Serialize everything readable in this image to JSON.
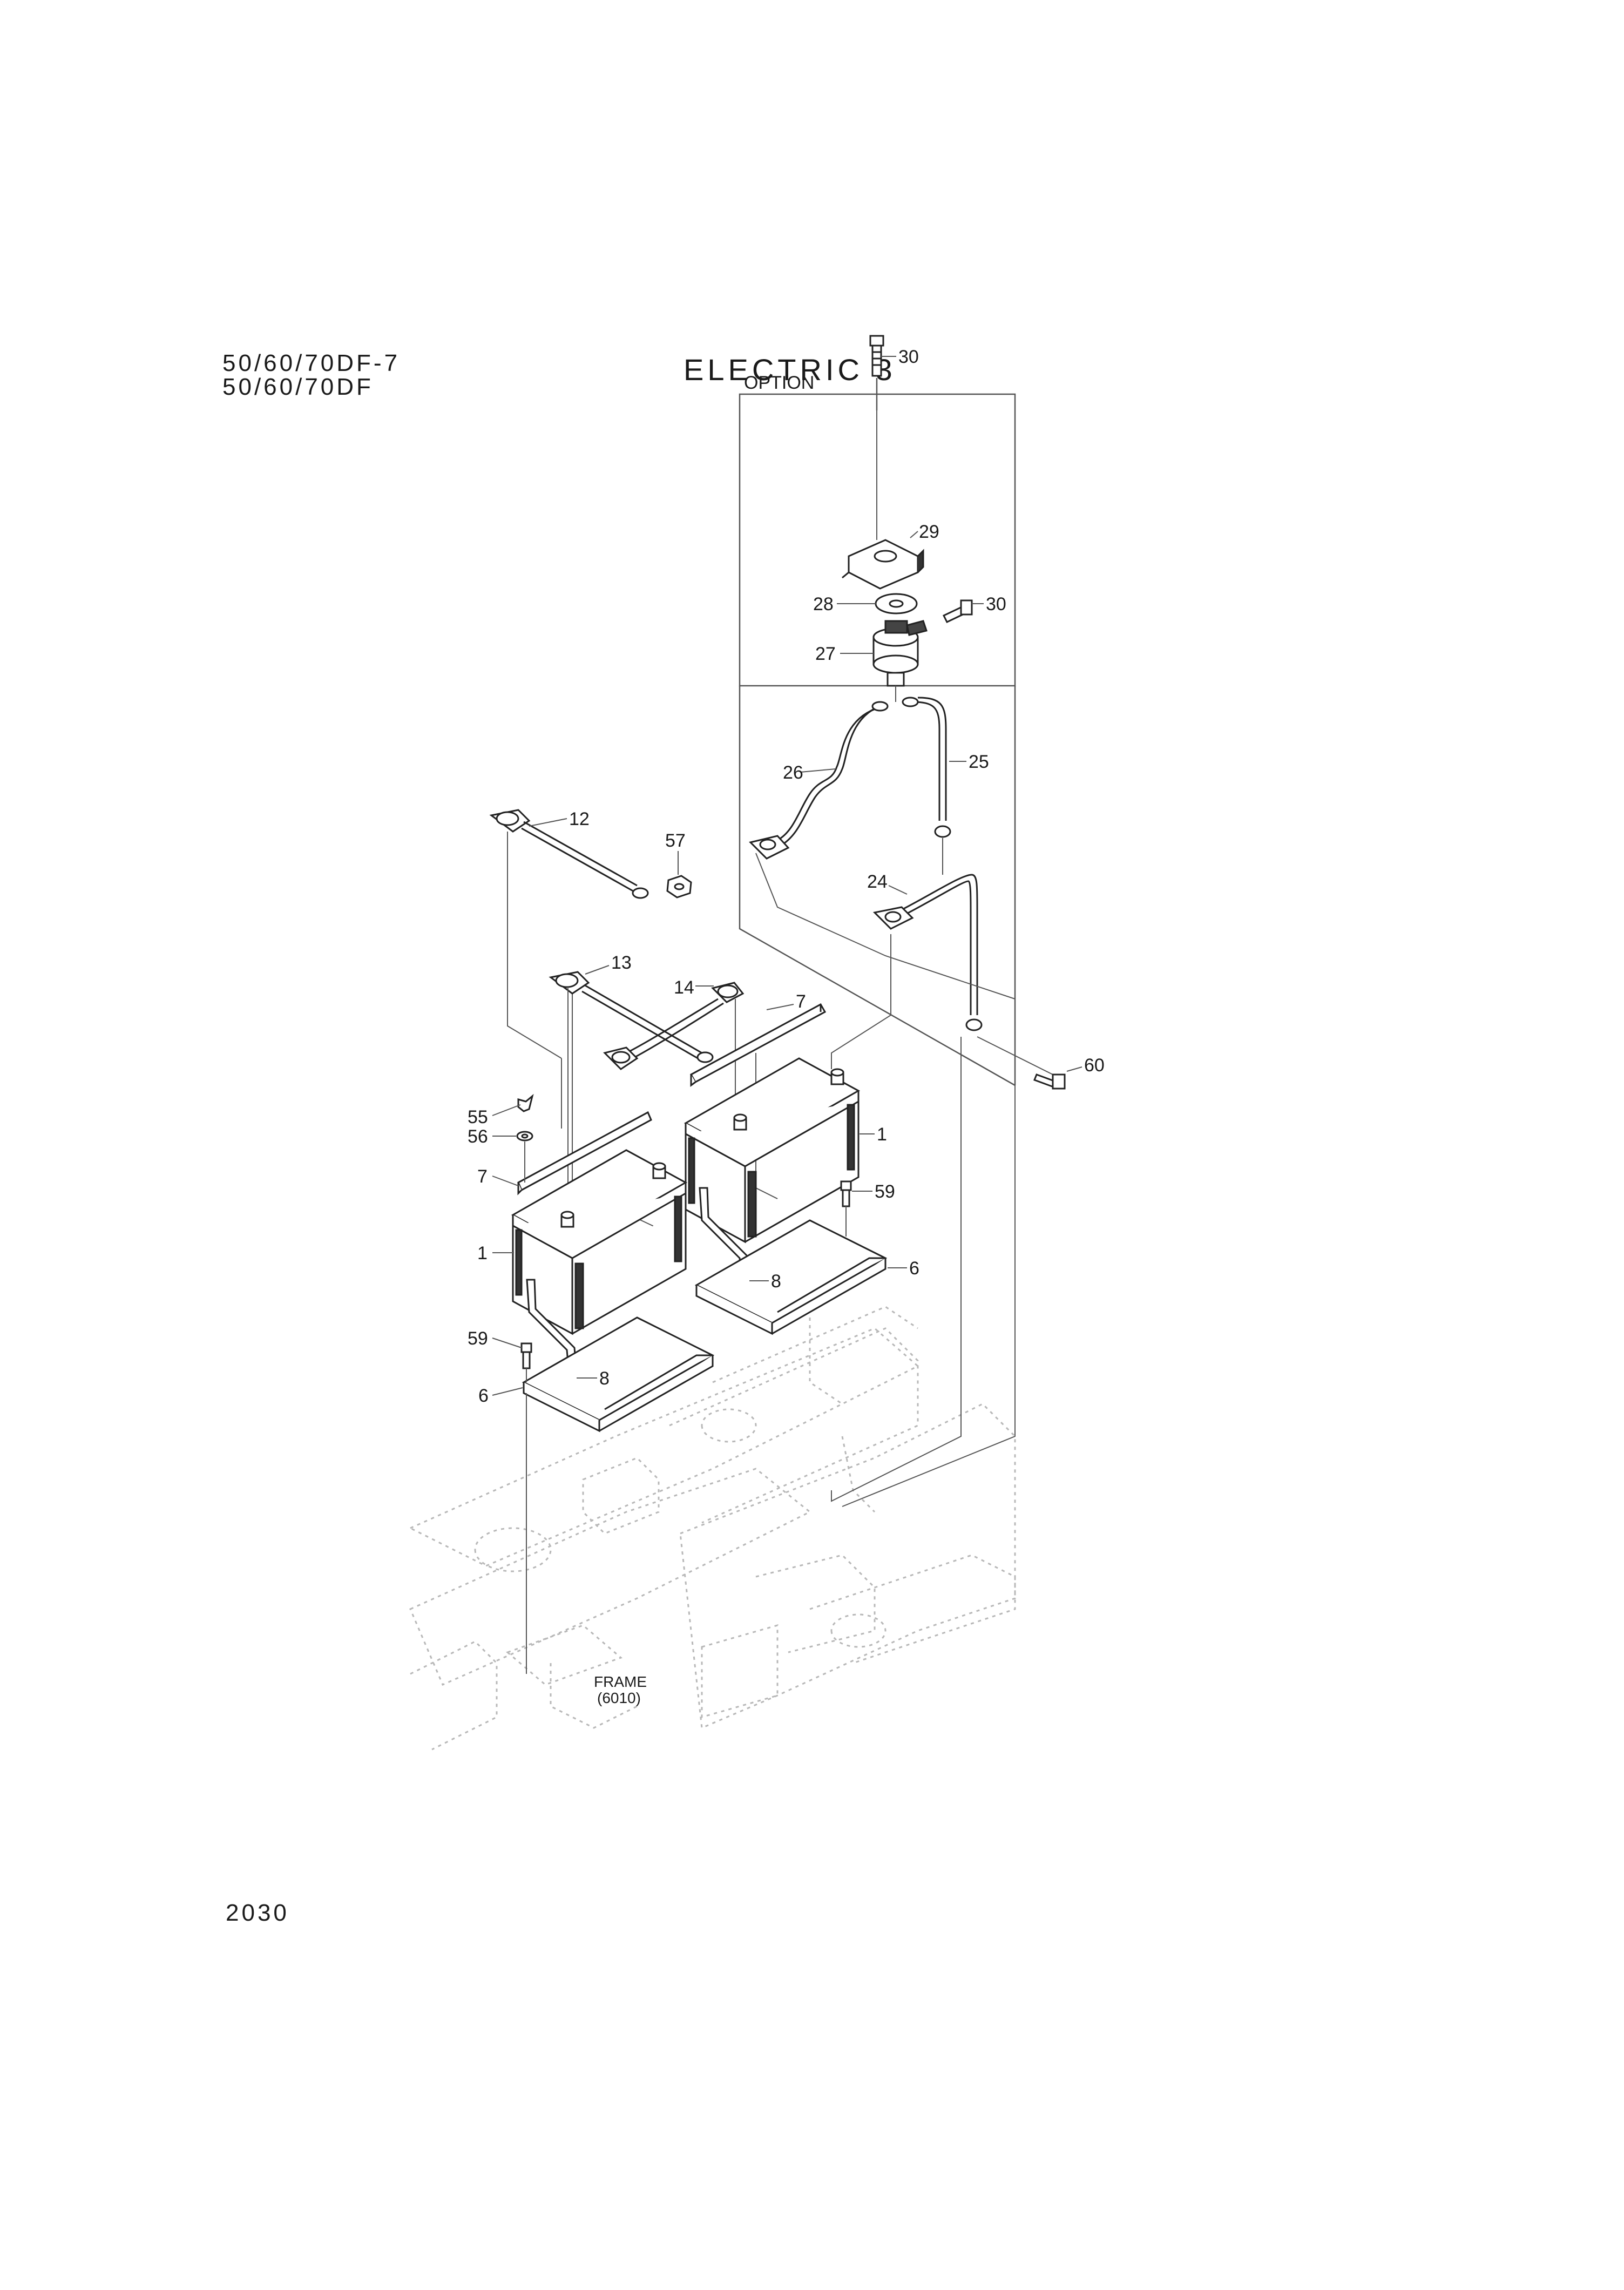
{
  "header": {
    "model_line_1": "50/60/70DF-7",
    "model_line_2": "50/60/70DF",
    "title": "ELECTRIC 3"
  },
  "footer": {
    "page_number": "2030"
  },
  "diagram": {
    "option_label": "OPTION",
    "frame_label": "FRAME",
    "frame_ref": "(6010)",
    "callouts": [
      "30",
      "29",
      "28",
      "30",
      "27",
      "26",
      "25",
      "12",
      "57",
      "24",
      "13",
      "14",
      "7",
      "60",
      "55",
      "56",
      "1",
      "7",
      "59",
      "1",
      "6",
      "8",
      "59",
      "8",
      "6"
    ]
  }
}
